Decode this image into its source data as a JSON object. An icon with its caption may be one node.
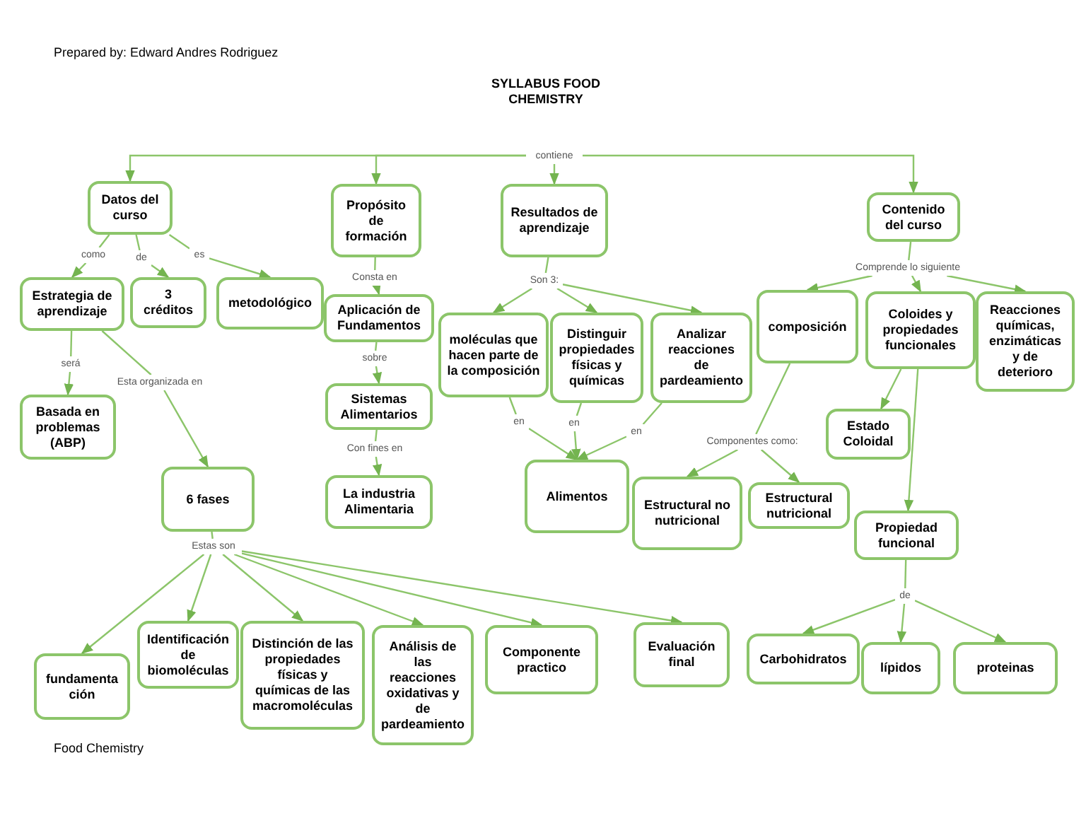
{
  "diagram": {
    "title": "SYLLABUS FOOD CHEMISTRY",
    "nodes": [
      {
        "text": [
          "contiene"
        ]
      },
      {
        "text": [
          "Datos del curso"
        ]
      },
      {
        "text": [
          "Propósito de formación"
        ]
      },
      {
        "text": [
          "Resultados de aprendizaje"
        ]
      },
      {
        "text": [
          "Contenido del curso"
        ]
      },
      {
        "text": [
          "como"
        ]
      },
      {
        "text": [
          "de"
        ]
      },
      {
        "text": [
          "es"
        ]
      },
      {
        "text": [
          "Estrategia de aprendizaje"
        ]
      },
      {
        "text": [
          "3 créditos"
        ]
      },
      {
        "text": [
          "metodológico"
        ]
      },
      {
        "text": [
          "Consta en"
        ]
      },
      {
        "text": [
          "Aplicación de Fundamentos"
        ]
      },
      {
        "text": [
          "sobre"
        ]
      },
      {
        "text": [
          "Sistemas Alimentarios"
        ]
      },
      {
        "text": [
          "Con fines en"
        ]
      },
      {
        "text": [
          "La industria Alimentaria"
        ]
      },
      {
        "text": [
          "Son 3:"
        ]
      },
      {
        "text": [
          "moléculas que hacen parte de la composición"
        ]
      },
      {
        "text": [
          "Distinguir propiedades físicas y químicas"
        ]
      },
      {
        "text": [
          "Analizar reacciones de pardeamiento"
        ]
      },
      {
        "text": [
          "Comprende lo siguiente"
        ]
      },
      {
        "text": [
          "composición"
        ]
      },
      {
        "text": [
          "Coloides y propiedades funcionales"
        ]
      },
      {
        "text": [
          "Reacciones químicas, enzimáticas y de deterioro"
        ]
      },
      {
        "text": [
          "será"
        ]
      },
      {
        "text": [
          "Esta organizada en"
        ]
      },
      {
        "text": [
          "Basada en problemas (ABP)"
        ]
      },
      {
        "text": [
          "6 fases"
        ]
      },
      {
        "text": [
          "Estas son"
        ]
      },
      {
        "text": [
          "en"
        ]
      },
      {
        "text": [
          "en"
        ]
      },
      {
        "text": [
          "en"
        ]
      },
      {
        "text": [
          "Alimentos"
        ]
      },
      {
        "text": [
          "Componentes como:"
        ]
      },
      {
        "text": [
          "Estructural no nutricional"
        ]
      },
      {
        "text": [
          "Estructural nutricional"
        ]
      },
      {
        "text": [
          "Estado Coloidal"
        ]
      },
      {
        "text": [
          "Propiedad funcional"
        ]
      },
      {
        "text": [
          "de"
        ]
      },
      {
        "text": [
          "fundamenta ción"
        ]
      },
      {
        "text": [
          "Identificación de biomoléculas"
        ]
      },
      {
        "text": [
          "Distinción de las propiedades físicas y químicas de las macromoléculas"
        ]
      },
      {
        "text": [
          "Análisis de las reacciones oxidativas y de pardeamiento"
        ]
      },
      {
        "text": [
          "Componente practico"
        ]
      },
      {
        "text": [
          "Evaluación final"
        ]
      },
      {
        "text": [
          "Carbohidratos"
        ]
      },
      {
        "text": [
          "lípidos"
        ]
      },
      {
        "text": [
          "proteinas"
        ]
      }
    ],
    "edges": [
      {
        "from": 0,
        "to": 1,
        "arrow": "to"
      },
      {
        "from": 0,
        "to": 2,
        "arrow": "to"
      },
      {
        "from": 0,
        "to": 3,
        "arrow": "to"
      },
      {
        "from": 0,
        "to": 4,
        "arrow": "to"
      },
      {
        "from": 1,
        "to": 5,
        "arrow": "none"
      },
      {
        "from": 1,
        "to": 6,
        "arrow": "none"
      },
      {
        "from": 1,
        "to": 7,
        "arrow": "none"
      },
      {
        "from": 5,
        "to": 8,
        "arrow": "to"
      },
      {
        "from": 6,
        "to": 9,
        "arrow": "to"
      },
      {
        "from": 7,
        "to": 10,
        "arrow": "to"
      },
      {
        "from": 2,
        "to": 11,
        "arrow": "none"
      },
      {
        "from": 11,
        "to": 12,
        "arrow": "to"
      },
      {
        "from": 12,
        "to": 13,
        "arrow": "none"
      },
      {
        "from": 13,
        "to": 14,
        "arrow": "to"
      },
      {
        "from": 14,
        "to": 15,
        "arrow": "none"
      },
      {
        "from": 15,
        "to": 16,
        "arrow": "to"
      },
      {
        "from": 3,
        "to": 17,
        "arrow": "none"
      },
      {
        "from": 17,
        "to": 18,
        "arrow": "to"
      },
      {
        "from": 17,
        "to": 19,
        "arrow": "to"
      },
      {
        "from": 17,
        "to": 20,
        "arrow": "to"
      },
      {
        "from": 4,
        "to": 21,
        "arrow": "none"
      },
      {
        "from": 21,
        "to": 22,
        "arrow": "to"
      },
      {
        "from": 21,
        "to": 23,
        "arrow": "to"
      },
      {
        "from": 21,
        "to": 24,
        "arrow": "to"
      },
      {
        "from": 8,
        "to": 25,
        "arrow": "none"
      },
      {
        "from": 25,
        "to": 27,
        "arrow": "to"
      },
      {
        "from": 8,
        "to": 26,
        "arrow": "none"
      },
      {
        "from": 26,
        "to": 28,
        "arrow": "to"
      },
      {
        "from": 18,
        "to": 30,
        "arrow": "none"
      },
      {
        "from": 30,
        "to": 33,
        "arrow": "to"
      },
      {
        "from": 19,
        "to": 31,
        "arrow": "none"
      },
      {
        "from": 31,
        "to": 33,
        "arrow": "to"
      },
      {
        "from": 20,
        "to": 32,
        "arrow": "none"
      },
      {
        "from": 32,
        "to": 33,
        "arrow": "to"
      },
      {
        "from": 22,
        "to": 34,
        "arrow": "none"
      },
      {
        "from": 34,
        "to": 35,
        "arrow": "to"
      },
      {
        "from": 34,
        "to": 36,
        "arrow": "to"
      },
      {
        "from": 23,
        "to": 37,
        "arrow": "to"
      },
      {
        "from": 23,
        "to": 38,
        "arrow": "to"
      },
      {
        "from": 38,
        "to": 39,
        "arrow": "none"
      },
      {
        "from": 39,
        "to": 46,
        "arrow": "to"
      },
      {
        "from": 39,
        "to": 47,
        "arrow": "to"
      },
      {
        "from": 39,
        "to": 48,
        "arrow": "to"
      },
      {
        "from": 28,
        "to": 29,
        "arrow": "none"
      },
      {
        "from": 29,
        "to": 40,
        "arrow": "to"
      },
      {
        "from": 29,
        "to": 41,
        "arrow": "to"
      },
      {
        "from": 29,
        "to": 42,
        "arrow": "to"
      },
      {
        "from": 29,
        "to": 43,
        "arrow": "to"
      },
      {
        "from": 29,
        "to": 44,
        "arrow": "to"
      },
      {
        "from": 29,
        "to": 45,
        "arrow": "to"
      }
    ],
    "labels": [
      "Prepared by: Edward Andres Rodriguez",
      "Food Chemistry"
    ]
  }
}
